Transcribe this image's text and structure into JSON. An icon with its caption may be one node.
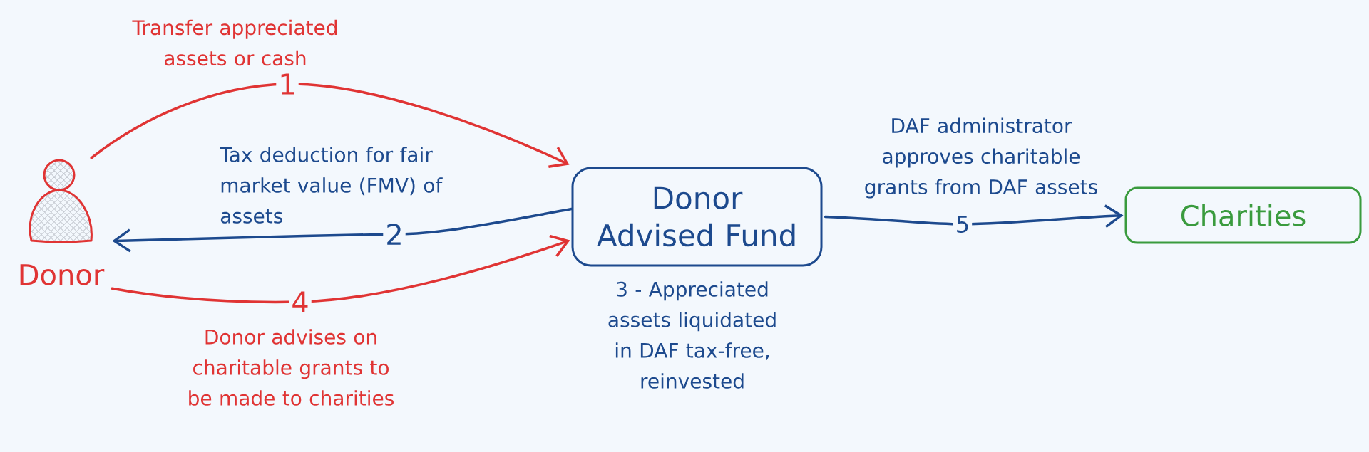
{
  "diagram": {
    "nodes": [
      {
        "text": [
          "Donor"
        ]
      },
      {
        "text": [
          "Donor Advised Fund"
        ],
        "beside": [
          "3 - Appreciated assets liquidated in DAF tax-free, reinvested"
        ]
      },
      {
        "text": [
          "Charities"
        ]
      }
    ],
    "edges": [
      {
        "from": 0,
        "to": 1,
        "arrow": "to",
        "label": "1",
        "color": "#e03434"
      },
      {
        "from": 1,
        "to": 0,
        "arrow": "to",
        "label": "2",
        "color": "#1d4a8e"
      },
      {
        "from": 0,
        "to": 1,
        "arrow": "to",
        "label": "4",
        "color": "#e03434"
      },
      {
        "from": 1,
        "to": 2,
        "arrow": "to",
        "label": "5",
        "color": "#1d4a8e"
      }
    ],
    "labels": [
      "Transfer appreciated assets or cash",
      "Tax deduction for fair market value (FMV) of assets",
      "DAF administrator approves charitable grants from DAF assets",
      "Donor advises on charitable grants to be made to charities"
    ]
  }
}
